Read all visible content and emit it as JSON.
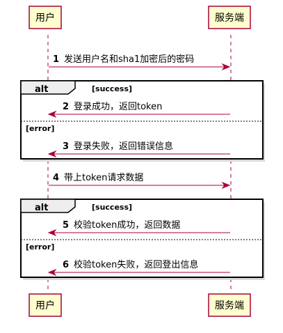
{
  "participants": [
    {
      "id": "user",
      "label": "用户"
    },
    {
      "id": "server",
      "label": "服务端"
    }
  ],
  "messages": [
    {
      "num": "1",
      "text": "发送用户名和sha1加密后的密码",
      "direction": "to-server"
    },
    {
      "num": "2",
      "text": "登录成功，返回token",
      "direction": "to-user"
    },
    {
      "num": "3",
      "text": "登录失败，返回错误信息",
      "direction": "to-user"
    },
    {
      "num": "4",
      "text": "带上token请求数据",
      "direction": "to-server"
    },
    {
      "num": "5",
      "text": "校验token成功，返回数据",
      "direction": "to-user"
    },
    {
      "num": "6",
      "text": "校验token失败，返回登出信息",
      "direction": "to-user"
    }
  ],
  "fragments": [
    {
      "keyword": "alt",
      "guard": "[success]",
      "else_guard": "[error]"
    },
    {
      "keyword": "alt",
      "guard": "[success]",
      "else_guard": "[error]"
    }
  ],
  "colors": {
    "line": "#A80036",
    "participant_fill": "#FEFECE",
    "tab_fill": "#EEEEEE"
  }
}
